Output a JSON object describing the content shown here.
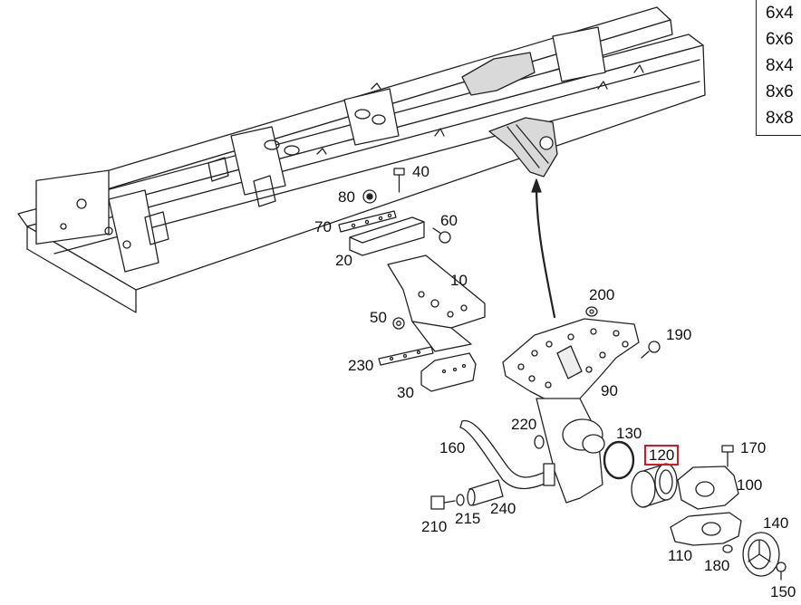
{
  "variants": [
    "6x4",
    "6x6",
    "8x4",
    "8x6",
    "8x8"
  ],
  "highlight_color": "#e0141e",
  "callouts": {
    "p10": "10",
    "p20": "20",
    "p30": "30",
    "p40": "40",
    "p50": "50",
    "p60": "60",
    "p70": "70",
    "p80": "80",
    "p90": "90",
    "p100": "100",
    "p110": "110",
    "p120": "120",
    "p130": "130",
    "p140": "140",
    "p150": "150",
    "p160": "160",
    "p170": "170",
    "p180": "180",
    "p190": "190",
    "p200": "200",
    "p210": "210",
    "p215": "215",
    "p220": "220",
    "p230": "230",
    "p240": "240"
  },
  "highlighted_part": "120"
}
